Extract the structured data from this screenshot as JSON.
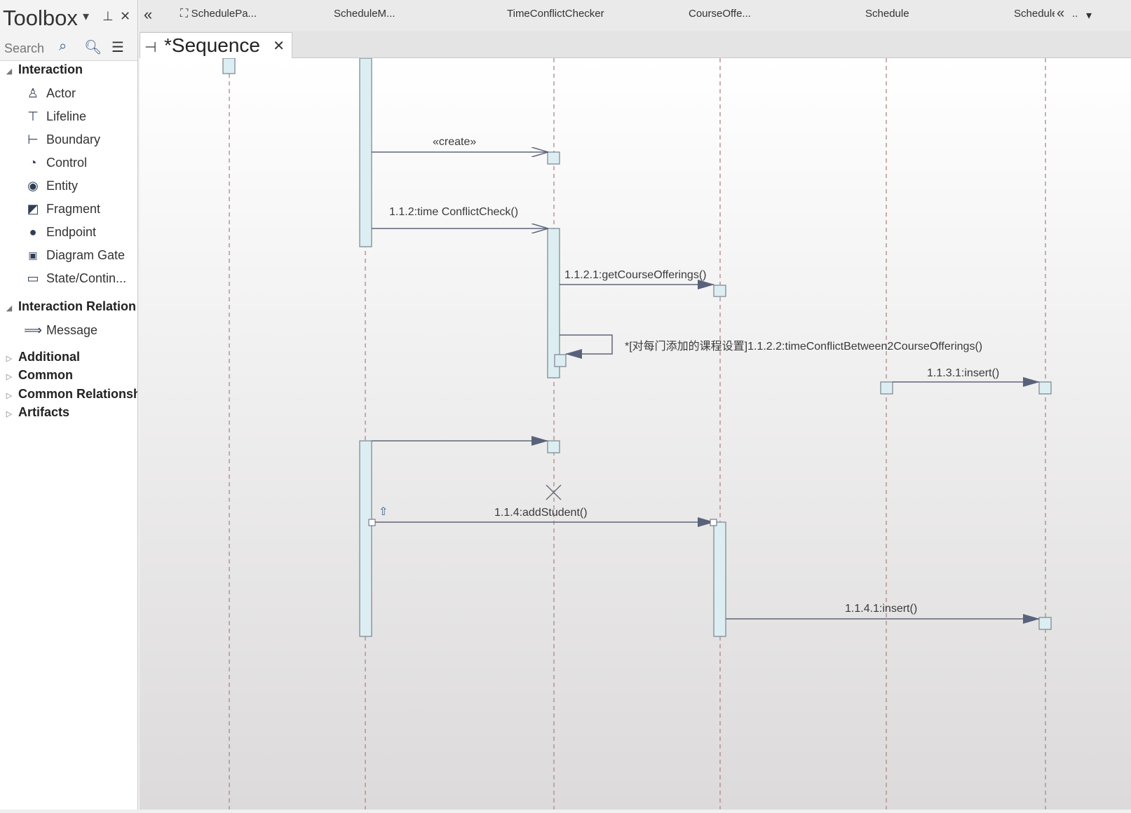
{
  "toolbox": {
    "title": "Toolbox",
    "search_placeholder": "Search",
    "groups": [
      {
        "label": "Interaction",
        "expanded": true,
        "items": [
          {
            "label": "Actor",
            "icon": "actor-icon"
          },
          {
            "label": "Lifeline",
            "icon": "lifeline-icon"
          },
          {
            "label": "Boundary",
            "icon": "boundary-icon"
          },
          {
            "label": "Control",
            "icon": "control-icon"
          },
          {
            "label": "Entity",
            "icon": "entity-icon"
          },
          {
            "label": "Fragment",
            "icon": "fragment-icon"
          },
          {
            "label": "Endpoint",
            "icon": "endpoint-icon"
          },
          {
            "label": "Diagram Gate",
            "icon": "diagram-gate-icon"
          },
          {
            "label": "State/Contin...",
            "icon": "state-continuation-icon"
          }
        ]
      },
      {
        "label": "Interaction Relation",
        "expanded": true,
        "items": [
          {
            "label": "Message",
            "icon": "message-arrow-icon"
          }
        ]
      },
      {
        "label": "Additional",
        "expanded": false,
        "items": []
      },
      {
        "label": "Common",
        "expanded": false,
        "items": []
      },
      {
        "label": "Common Relationsh",
        "expanded": false,
        "items": []
      },
      {
        "label": "Artifacts",
        "expanded": false,
        "items": []
      }
    ]
  },
  "header": {
    "lifelines": [
      "SchedulePa...",
      "ScheduleM...",
      "TimeConflictChecker",
      "CourseOffe...",
      "Schedule",
      "Schedule"
    ],
    "overflow_label": ".."
  },
  "tab": {
    "title": "*Sequence"
  },
  "diagram": {
    "messages": [
      "«create»",
      "1.1.2:time ConflictCheck()",
      "1.1.2.1:getCourseOfferings()",
      "*[对每门添加的课程设置]1.1.2.2:timeConflictBetween2CourseOfferings()",
      "1.1.3.1:insert()",
      "1.1.4:addStudent()",
      "1.1.4.1:insert()"
    ]
  },
  "colors": {
    "activation_fill": "#ddeef3",
    "activation_stroke": "#7f8c96",
    "lifeline_dash": "#b08686",
    "message_line": "#5f6679",
    "arrow_fill": "#59627a"
  }
}
